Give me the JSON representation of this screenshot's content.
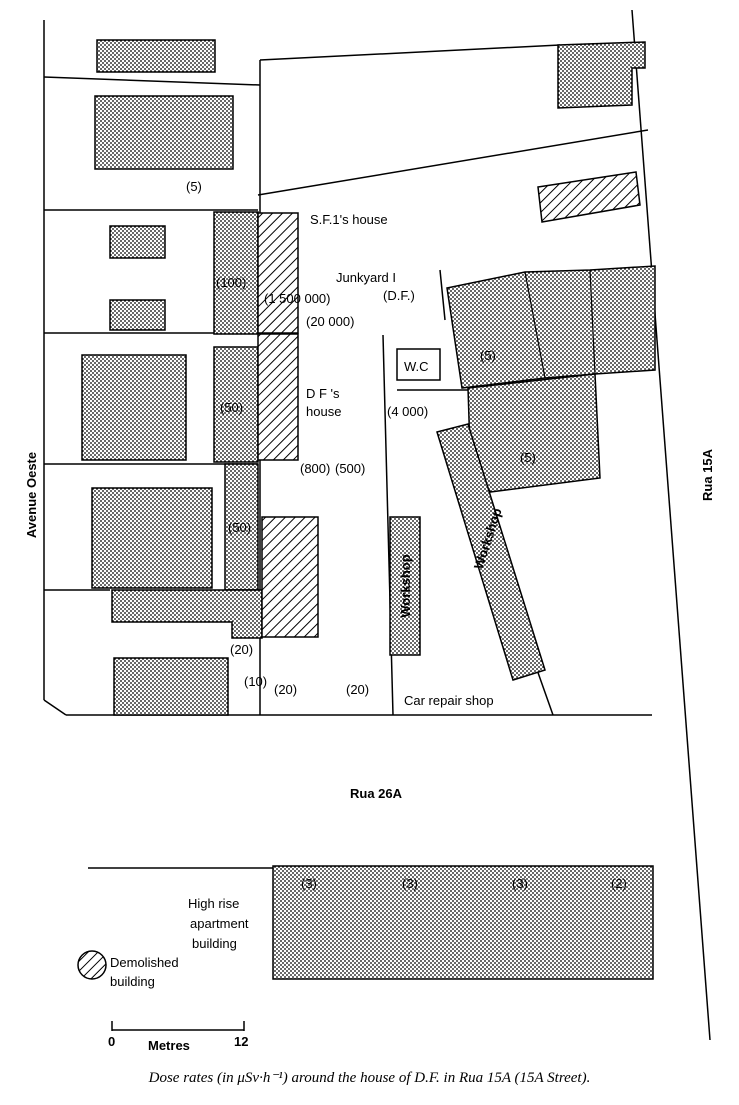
{
  "streets": {
    "avenue_oeste": "Avenue Oeste",
    "rua_15a": "Rua 15A",
    "rua_26a": "Rua 26A"
  },
  "places": {
    "sf1_house": "S.F.1's house",
    "junkyard_line1": "Junkyard I",
    "junkyard_line2": "(D.F.)",
    "df_house_line1": "D F 's",
    "df_house_line2": "house",
    "wc": "W.C",
    "workshop_a": "Workshop",
    "workshop_b": "Workshop",
    "car_repair_shop": "Car repair shop",
    "apartment_line1": "High rise",
    "apartment_line2": "apartment",
    "apartment_line3": "building"
  },
  "dose_rates": {
    "r1": "(5)",
    "r2": "(100)",
    "r3": "(1 500 000)",
    "r4": "(20 000)",
    "r5": "(50)",
    "r6": "(800)",
    "r7": "(500)",
    "r8": "(4 000)",
    "r9": "(5)",
    "r10": "(5)",
    "r11": "(50)",
    "r12": "(20)",
    "r13": "(10)",
    "r14": "(20)",
    "r15": "(20)",
    "r16": "(3)",
    "r17": "(3)",
    "r18": "(3)",
    "r19": "(2)"
  },
  "legend": {
    "demolished_line1": "Demolished",
    "demolished_line2": "building"
  },
  "scale": {
    "start": "0",
    "unit": "Metres",
    "end": "12"
  },
  "caption": "Dose rates (in μSv·h⁻¹) around the house of D.F. in Rua 15A (15A Street)."
}
